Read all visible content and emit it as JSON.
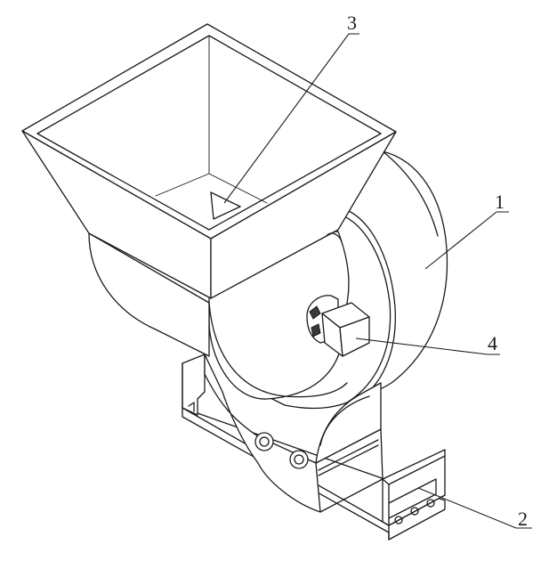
{
  "callouts": [
    {
      "id": "1",
      "label": "1"
    },
    {
      "id": "2",
      "label": "2"
    },
    {
      "id": "3",
      "label": "3"
    },
    {
      "id": "4",
      "label": "4"
    }
  ],
  "colors": {
    "stroke": "#1a1a1a",
    "background": "#ffffff"
  }
}
